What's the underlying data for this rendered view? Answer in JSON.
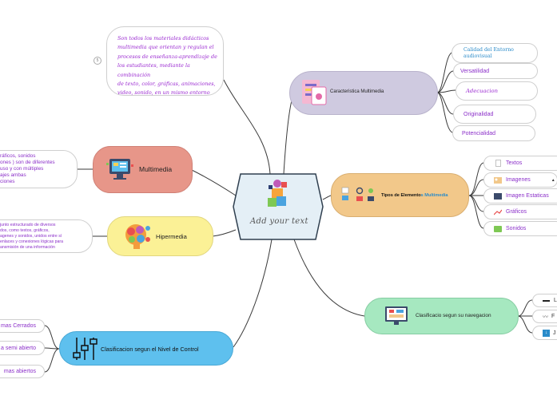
{
  "central": {
    "title": "Add your text"
  },
  "top_note": {
    "lines": [
      "Son todos los materiales didácticos",
      "multimedia que orientan y regulan el",
      "procesos de enseñanza-aprendizaje de",
      "los estudiantes, mediante la combinación",
      "de texto, color, gráficas, animaciones,",
      "video, sonido, en un mismo entorno"
    ],
    "counter": "5"
  },
  "caracteristica": {
    "label": "Caracteristica Multimedia",
    "items": [
      "Calidad del Entorno audiovisual",
      "Versatilidad",
      "Adecuacion",
      "Originalidad",
      "Potencialidad"
    ]
  },
  "multimedia": {
    "label": "Multimedia",
    "note_lines": [
      "ráficos, sonidos",
      "ones ) son de diferentes",
      "uso y con múltiples",
      "ajes ambas",
      "ciones"
    ]
  },
  "hipermedia": {
    "label": "Hipermedia",
    "note_lines": [
      "junto estructurado de diversos",
      "dos, como textos, gráficos,",
      "agenes y sonidos, unidos entre sí",
      "enlaces y conexiones lógicas para",
      "ansmisión de una información"
    ]
  },
  "tipos": {
    "label_prefix": "Tipos de Elemento",
    "label_suffix": "s Multimedia",
    "items": [
      "Textos",
      "Imagenes",
      "Imagen Estaticas",
      "Gráficos",
      "Sonidos"
    ]
  },
  "navegacion": {
    "label": "Clasificacio segun su navegacion",
    "items": [
      "L",
      "F",
      "J"
    ]
  },
  "control": {
    "label": "Clasificacion  segun el Nivel de Control",
    "items": [
      "mas Cerrados",
      "a semi abierto",
      "mas abiertos"
    ]
  },
  "colors": {
    "central": "#e4eff6",
    "caracteristica": "#cfcae0",
    "multimedia": "#e79689",
    "hipermedia": "#fbf196",
    "tipos": "#f2c88a",
    "navegacion": "#a6e8c0",
    "control": "#5ec0ee",
    "line": "#3a3a3a"
  }
}
